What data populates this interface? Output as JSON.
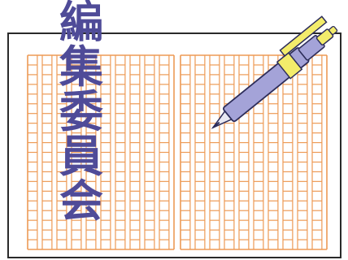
{
  "title_chars": [
    "編",
    "集",
    "委",
    "員",
    "会"
  ],
  "colors": {
    "grid_line": "#ed9a55",
    "title_text": "#4f4b98",
    "card_border": "#2a2a2a",
    "pen_body": "#a4a3d8",
    "pen_clip": "#f3ec6b"
  },
  "icons": {
    "pen": "ballpoint-pen-icon",
    "paper": "manuscript-grid-paper"
  }
}
